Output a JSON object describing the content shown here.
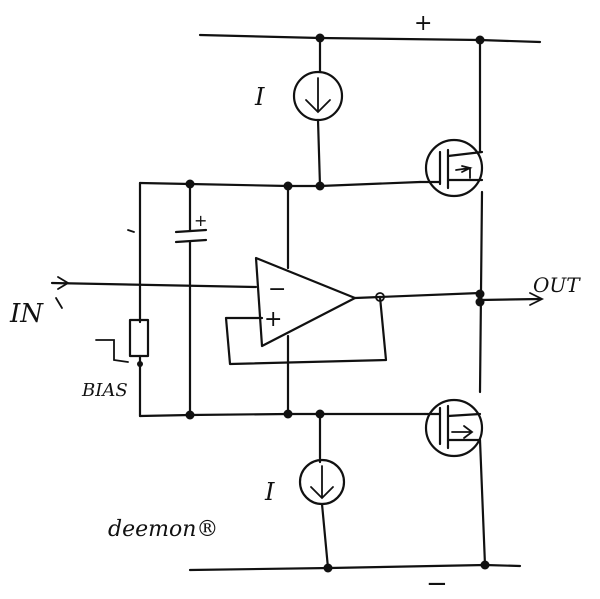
{
  "rail_labels": {
    "positive": "+",
    "negative": "−"
  },
  "current_source_label": "I",
  "opamp_inputs": {
    "inverting": "−",
    "noninverting": "+"
  },
  "capacitor_label": "+",
  "input_label": "IN",
  "output_label": "OUT",
  "bias_label": "BIAS",
  "signature": "deemon®"
}
